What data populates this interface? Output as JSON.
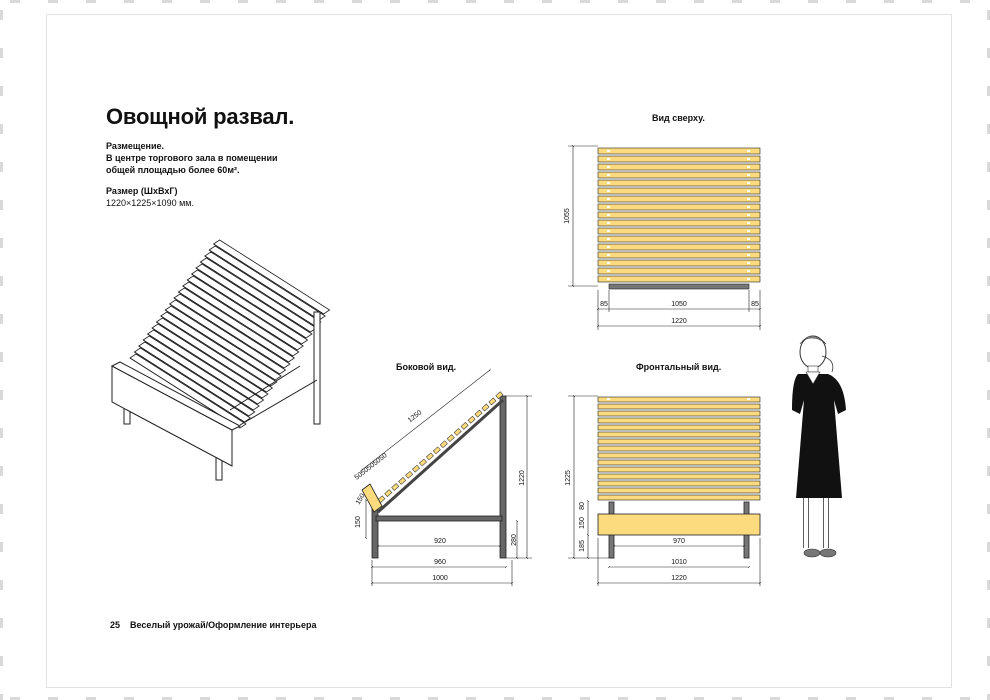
{
  "title": "Овощной развал.",
  "placement": {
    "heading": "Размещение.",
    "line1": "В центре торгового зала в помещении",
    "line2": "общей площадью более 60м²."
  },
  "size": {
    "heading": "Размер (ШхВхГ)",
    "value": "1220×1225×1090 мм."
  },
  "views": {
    "top": "Вид сверху.",
    "side": "Боковой вид.",
    "front": "Фронтальный вид."
  },
  "dims": {
    "top": {
      "height": "1055",
      "left": "85",
      "mid": "1050",
      "right": "85",
      "total": "1220"
    },
    "side": {
      "slope": "1250",
      "slats": "5050505050",
      "d150a": "150",
      "d150b": "150",
      "d920": "920",
      "d960": "960",
      "d1000": "1000",
      "d1220": "1220",
      "d280": "280"
    },
    "front": {
      "d1225": "1225",
      "d150": "150",
      "d80": "80",
      "d185": "185",
      "d970": "970",
      "d1010": "1010",
      "d1220": "1220"
    }
  },
  "footer": {
    "page": "25",
    "text": "Веселый урожай/Оформление интерьера"
  },
  "colors": {
    "wood": "#FBDB7E",
    "wood_stroke": "#222222",
    "metal": "#555555"
  }
}
